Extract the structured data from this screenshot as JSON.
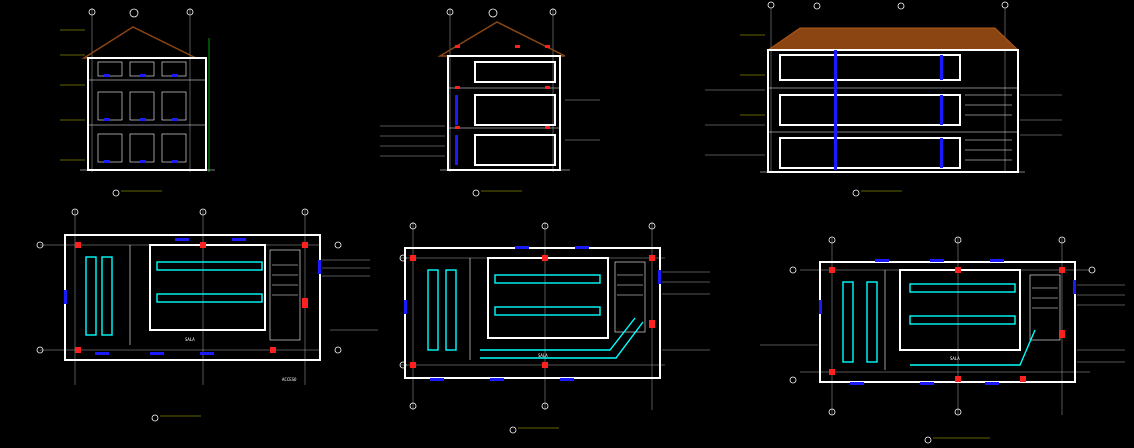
{
  "drawing": {
    "background": "#000000",
    "colors": {
      "walls": "#ffffff",
      "windows": "#1a1aff",
      "columns": "#ff2020",
      "furniture": "#00ffff",
      "titles": "#c8a000",
      "roof": "#8b4513"
    },
    "plan_labels": {
      "room_a": "SALA",
      "room_b": "SALA",
      "room_c": "SALA",
      "entrance": "ACCESO"
    },
    "views": [
      {
        "name": "elevation-front",
        "kind": "elevation"
      },
      {
        "name": "section-transversal",
        "kind": "section"
      },
      {
        "name": "section-longitudinal",
        "kind": "section"
      },
      {
        "name": "plan-ground-floor",
        "kind": "plan"
      },
      {
        "name": "plan-first-floor",
        "kind": "plan"
      },
      {
        "name": "plan-second-floor",
        "kind": "plan"
      }
    ]
  }
}
